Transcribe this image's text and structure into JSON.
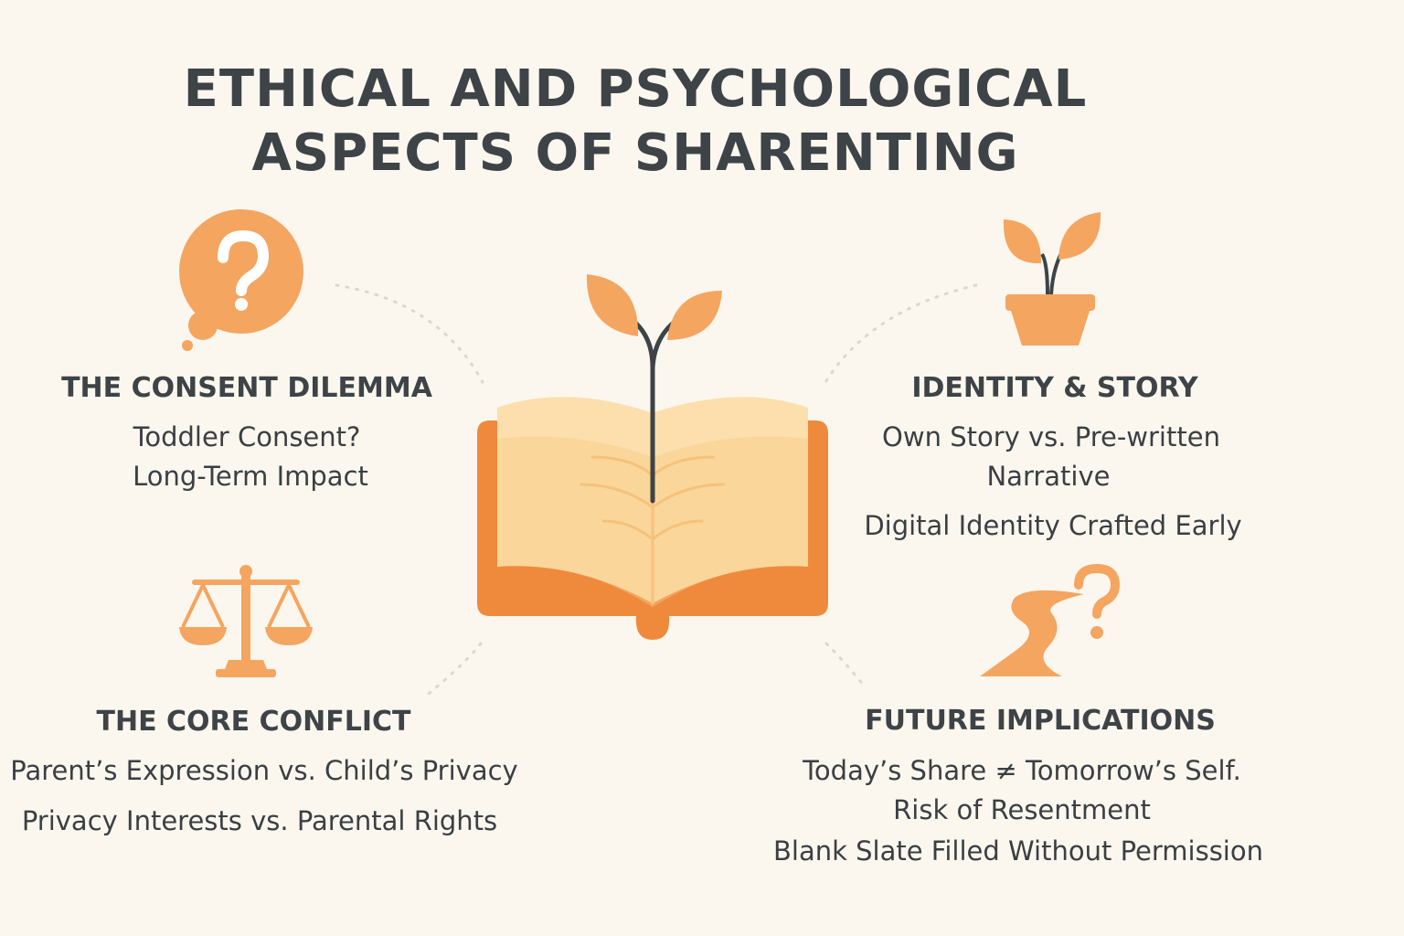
{
  "title": {
    "line1": "ETHICAL AND PSYCHOLOGICAL",
    "line2": "ASPECTS OF SHARENTING"
  },
  "colors": {
    "accent": "#f4a560",
    "accent_dark": "#ef8a3d",
    "book_light": "#fbd69a",
    "text": "#3d4347",
    "background": "#fbf7ee"
  },
  "sections": {
    "consent": {
      "icon": "question-bubble-icon",
      "heading": "THE CONSENT DILEMMA",
      "lines": [
        "Toddler Consent?",
        "Long-Term Impact"
      ]
    },
    "conflict": {
      "icon": "scales-icon",
      "heading": "THE CORE CONFLICT",
      "lines": [
        "Parent’s Expression vs. Child’s Privacy",
        "Privacy Interests vs. Parental Rights"
      ]
    },
    "identity": {
      "icon": "potted-sprout-icon",
      "heading": "IDENTITY & STORY",
      "lines": [
        "Own Story vs. Pre-written",
        "Narrative",
        "Digital Identity Crafted Early"
      ]
    },
    "future": {
      "icon": "winding-path-question-icon",
      "heading": "FUTURE IMPLICATIONS",
      "lines": [
        "Today’s Share ≠ Tomorrow’s Self.",
        "Risk of Resentment",
        "Blank Slate Filled Without Permission"
      ]
    }
  },
  "center": {
    "icon": "open-book-sprout-icon"
  }
}
